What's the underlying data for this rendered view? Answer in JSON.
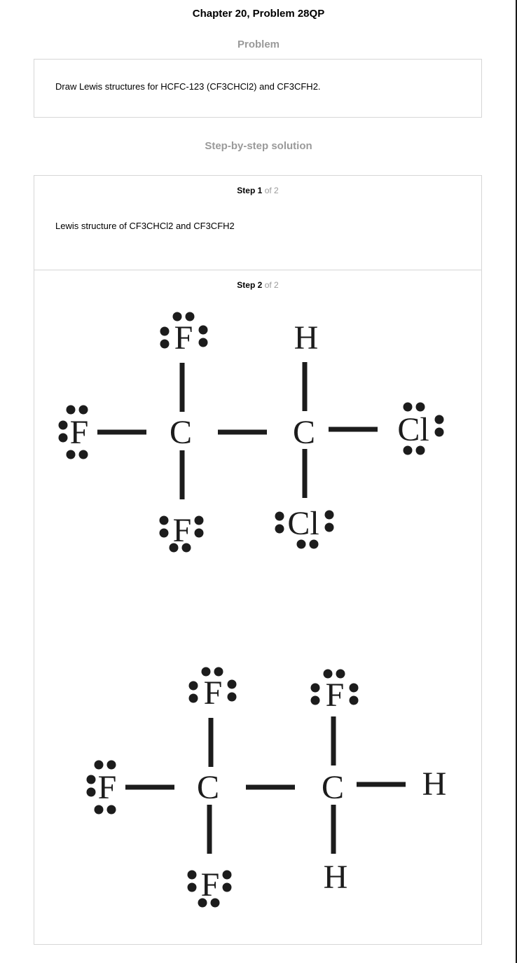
{
  "header": {
    "title": "Chapter 20, Problem 28QP"
  },
  "problem": {
    "heading": "Problem",
    "text": "Draw Lewis structures for HCFC-123 (CF3CHCl2) and CF3CFH2."
  },
  "solution": {
    "heading": "Step-by-step solution",
    "steps": [
      {
        "label": "Step",
        "number": "1",
        "of_text": "of 2",
        "text": "Lewis structure of CF3CHCl2 and CF3CFH2"
      },
      {
        "label": "Step",
        "number": "2",
        "of_text": "of 2"
      }
    ]
  },
  "structures": {
    "atom_color": "#1c1c1c",
    "cf3chcl2": [
      "F",
      "F",
      "C",
      "C",
      "H",
      "Cl",
      "F",
      "Cl"
    ],
    "cf3cfh2": [
      "F",
      "F",
      "F",
      "C",
      "C",
      "H",
      "F",
      "H"
    ]
  }
}
